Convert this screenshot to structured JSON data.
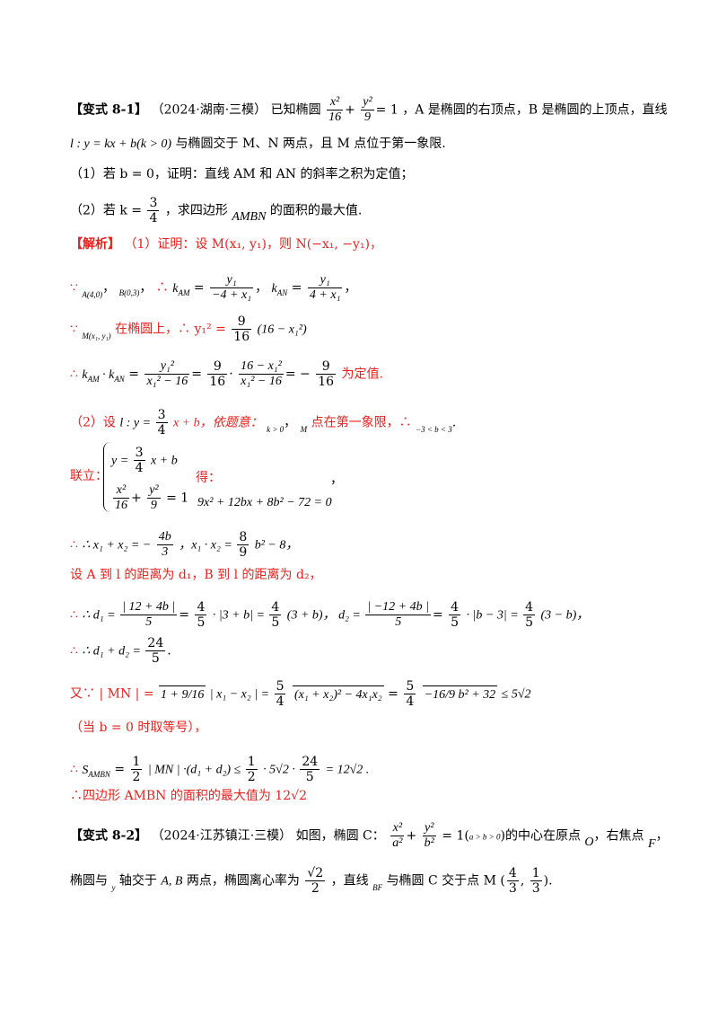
{
  "problem1": {
    "tag": "【变式 8-1】",
    "source": "（2024·湖南·三模）",
    "line1_a": "已知椭圆",
    "line1_b": "，A 是椭圆的右顶点，B 是椭圆的上顶点，直线",
    "line2_a": "l : y = kx + b(k > 0)",
    "line2_b": "与椭圆交于 M、N 两点，且 M 点位于第一象限.",
    "q1_a": "（1）若 b = 0，证明：直线 AM 和 AN 的斜率之积为定值；",
    "q2_a": "（2）若 k = ",
    "q2_b": "，求四边形",
    "q2_c": "AMBN",
    "q2_d": "的面积的最大值."
  },
  "solution": {
    "tag": "【解析】",
    "s1": "（1）证明：设 M(x₁, y₁)，则 N(−x₁, −y₁)，",
    "s2_a": "∵",
    "s2_b": "A(4,0)",
    "s2_c": "B(0,3)",
    "s2_d": "，∴ k",
    "s3_a": "∵",
    "s3_b": "M(x₁, y₁)",
    "s3_c": "在椭圆上，∴ y₁² = ",
    "s3_d": "(16 − x₁²)",
    "s4_tail": "为定值.",
    "s5_a": "（2）设",
    "s5_b": "l : y = ",
    "s5_c": "x + b，依题意：",
    "s5_d": "k > 0",
    "s5_e": "M",
    "s5_f": "点在第一象限，∴",
    "s5_g": "−3 < b < 3",
    "s6_label": "联立：",
    "s6_eq1": "y = ",
    "s6_eq1b": "x + b",
    "s6_eq2b": " = 1",
    "s6_get": "得：",
    "s6_result": "9x² + 12bx + 8b² − 72 = 0",
    "s7": "∴ x₁ + x₂ = −",
    "s7b": "，x₁ · x₂ = ",
    "s7c": "b² − 8，",
    "s8": "设 A 到 l 的距离为 d₁，B 到 l 的距离为 d₂，",
    "s9_a": "∴ d₁ = ",
    "s9_b": " = ",
    "s9_c": "· |3 + b| = ",
    "s9_d": "(3 + b)，  d₂ = ",
    "s9_e": "· |b − 3| = ",
    "s9_f": "(3 − b)，",
    "s10": "∴ d₁ + d₂ = ",
    "s11_a": "又∵ | MN | = ",
    "s11_b": "| x₁ − x₂ | = ",
    "s11_c": "≤ 5√2",
    "s12": "（当 b = 0 时取等号），",
    "s13_a": "∴ S",
    "s13_b": " = ",
    "s13_c": "| MN | ·(d₁ + d₂) ≤ ",
    "s13_d": "· 5√2 · ",
    "s13_e": " = 12√2 .",
    "s14": "∴四边形 AMBN 的面积的最大值为 12√2"
  },
  "problem2": {
    "tag": "【变式 8-2】",
    "source": "（2024·江苏镇江·三模）",
    "l1_a": "如图，椭圆 C：",
    "l1_b": " = 1(",
    "l1_c": "a > b > 0",
    "l1_d": ")的中心在原点",
    "l1_e": "O",
    "l1_f": "，右焦点",
    "l1_g": "F",
    "l1_h": "，",
    "l2_a": "椭圆与",
    "l2_b": "y",
    "l2_c": "轴交于",
    "l2_d": "A, B",
    "l2_e": "两点，椭圆离心率为",
    "l2_f": "，直线",
    "l2_g": "BF",
    "l2_h": "与椭圆 C 交于点 M",
    "l2_i": "."
  },
  "fracs": {
    "x2": "x²",
    "y2": "y²",
    "n16": "16",
    "n9": "9",
    "n3": "3",
    "n4": "4",
    "y1": "y₁",
    "m4x1": "−4 + x₁",
    "p4x1": "4 + x₁",
    "y1sq": "y₁²",
    "x1sqm16": "x₁² − 16",
    "n16mx1sq": "16 − x₁²",
    "n9neg": "9",
    "n4b": "4b",
    "n8": "8",
    "n5": "5",
    "abs1": "| 12 + 4b |",
    "abs2": "| −12 + 4b |",
    "n24": "24",
    "n1": "1",
    "n2": "2",
    "a2": "a²",
    "b2": "b²",
    "rt2": "√2",
    "sqrt1": "1 + 9/16",
    "sqrt2": "(x₁ + x₂)² − 4x₁x₂",
    "sqrt3": "−16/9 b² + 32",
    "n43": "4",
    "n13": "1",
    "kam": "AM",
    "kan": "AN",
    "amsub": "AMBN",
    "k_an_label": "，k",
    "kk": "∴ k",
    "kk2": " · k",
    "eq": " = ",
    "minus": " = −"
  }
}
